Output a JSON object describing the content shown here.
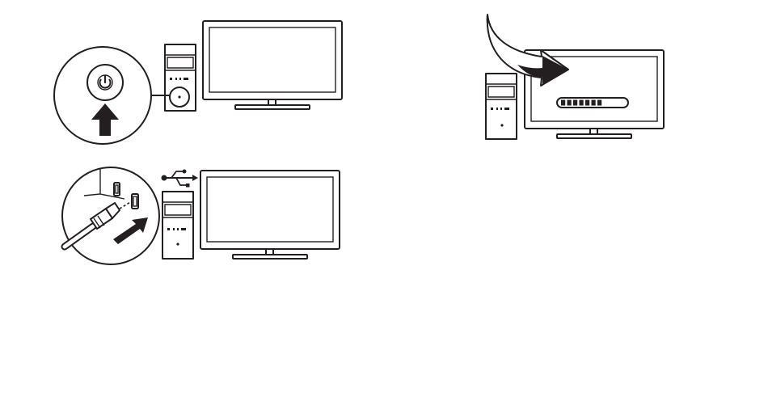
{
  "figure": {
    "steps": [
      {
        "id": "power-on",
        "icons": [
          "power-icon",
          "up-arrow-icon",
          "computer-tower-icon",
          "monitor-icon"
        ]
      },
      {
        "id": "connect-usb",
        "icons": [
          "usb-icon",
          "usb-cable-icon",
          "insert-arrow-icon",
          "computer-tower-icon",
          "monitor-icon"
        ]
      },
      {
        "id": "install-progress",
        "icons": [
          "curved-arrow-icon",
          "progress-bar-icon",
          "computer-tower-icon",
          "monitor-icon"
        ]
      }
    ],
    "progress_bar": {
      "filled_segments": 7,
      "total_segments": 11
    },
    "colors": {
      "line": "#231f20",
      "background": "#ffffff"
    }
  }
}
